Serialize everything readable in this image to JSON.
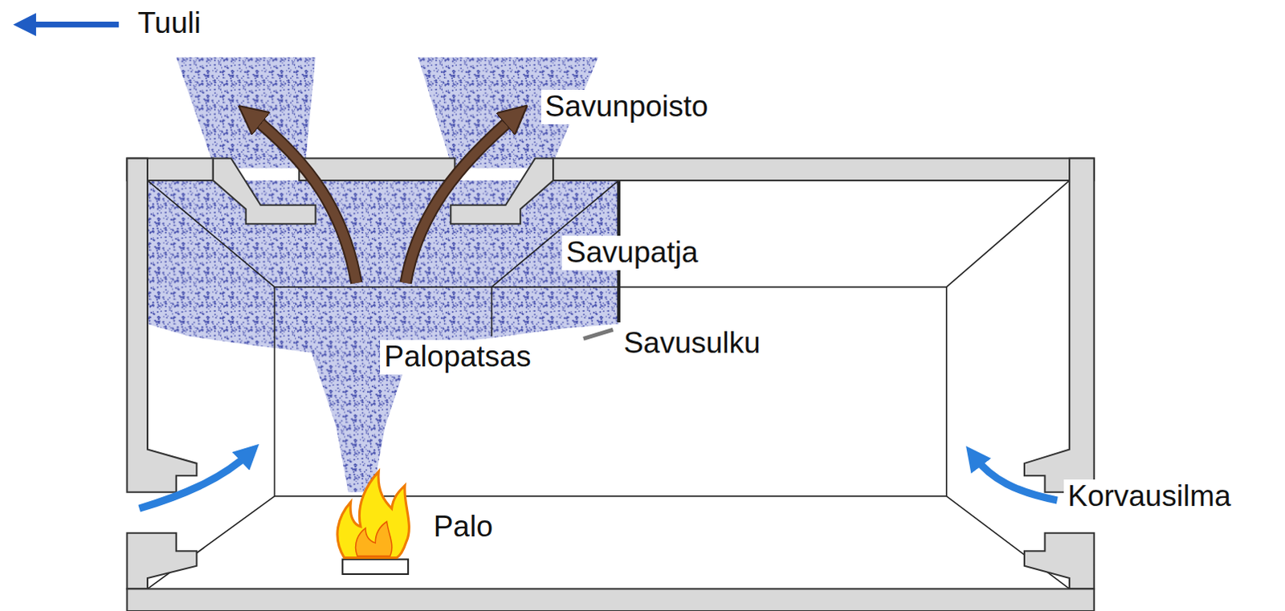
{
  "diagram": {
    "labels": [
      "Tuuli",
      "Savunpoisto",
      "Savupatja",
      "Palopatsas",
      "Savusulku",
      "Palo",
      "Korvausilma"
    ]
  }
}
